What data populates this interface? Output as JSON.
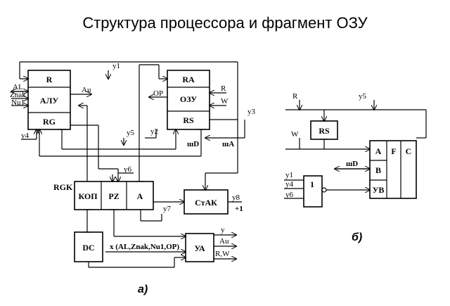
{
  "title": "Структура процессора и фрагмент ОЗУ",
  "fig_a": {
    "caption": "а)",
    "alu": {
      "top": "R",
      "mid": "АЛУ",
      "bot": "RG"
    },
    "ozu": {
      "top": "RA",
      "mid": "ОЗУ",
      "bot": "RS"
    },
    "rgk": {
      "label": "RGK",
      "kop": "КОП",
      "pz": "PZ",
      "a": "A"
    },
    "stak": "СтАК",
    "dc": "DC",
    "ua": "УА",
    "signals": {
      "y1": "y1",
      "y2": "y2",
      "y3": "y3",
      "y4": "y4",
      "y5": "y5",
      "y6": "y6",
      "y7": "y7",
      "y8": "y8",
      "al": "AL",
      "znak": "Znak",
      "nu1": "Nu1",
      "au": "Au",
      "op": "OP",
      "r": "R",
      "w": "W",
      "shd": "шD",
      "sha": "шA",
      "plus1": "+1",
      "x_in": "x (AL,Znak,Nu1,OP)",
      "y_out": "y",
      "au_out": "Au",
      "rw_out": "R,W"
    }
  },
  "fig_b": {
    "caption": "б)",
    "rs": "RS",
    "and_gate": "1",
    "cell": {
      "a": "A",
      "b": "B",
      "uv": "УВ",
      "f": "F",
      "c": "C"
    },
    "signals": {
      "r": "R",
      "y5": "y5",
      "w": "W",
      "shd": "шD",
      "y1": "y1",
      "y4": "y4",
      "y6": "y6"
    }
  }
}
